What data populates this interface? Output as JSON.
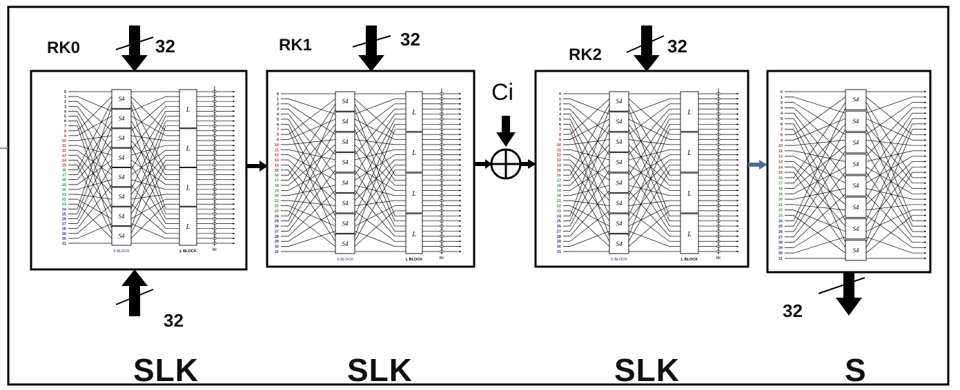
{
  "keys": [
    "RK0",
    "RK1",
    "RK2"
  ],
  "constant": "Ci",
  "bus_width": "32",
  "stage_labels": [
    "SLK",
    "SLK",
    "SLK",
    "S"
  ],
  "sbox_label": "S4",
  "lbox_label": "L",
  "inner_captions": {
    "s_block": "S BLOCK",
    "l_block": "L BLOCK",
    "rk": "RK"
  },
  "bit_indices": [
    "0",
    "1",
    "2",
    "3",
    "4",
    "5",
    "6",
    "7",
    "8",
    "9",
    "10",
    "11",
    "12",
    "13",
    "14",
    "15",
    "16",
    "17",
    "18",
    "19",
    "20",
    "21",
    "22",
    "23",
    "24",
    "25",
    "26",
    "27",
    "28",
    "29",
    "30",
    "31"
  ],
  "colors": {
    "line": "#000000",
    "bits_low": "#1a1a1a",
    "bits_red": "#b22222",
    "bits_green": "#2e8b3a",
    "bits_blue": "#1f2a80",
    "arrow_blue": "#4f6f8f"
  }
}
